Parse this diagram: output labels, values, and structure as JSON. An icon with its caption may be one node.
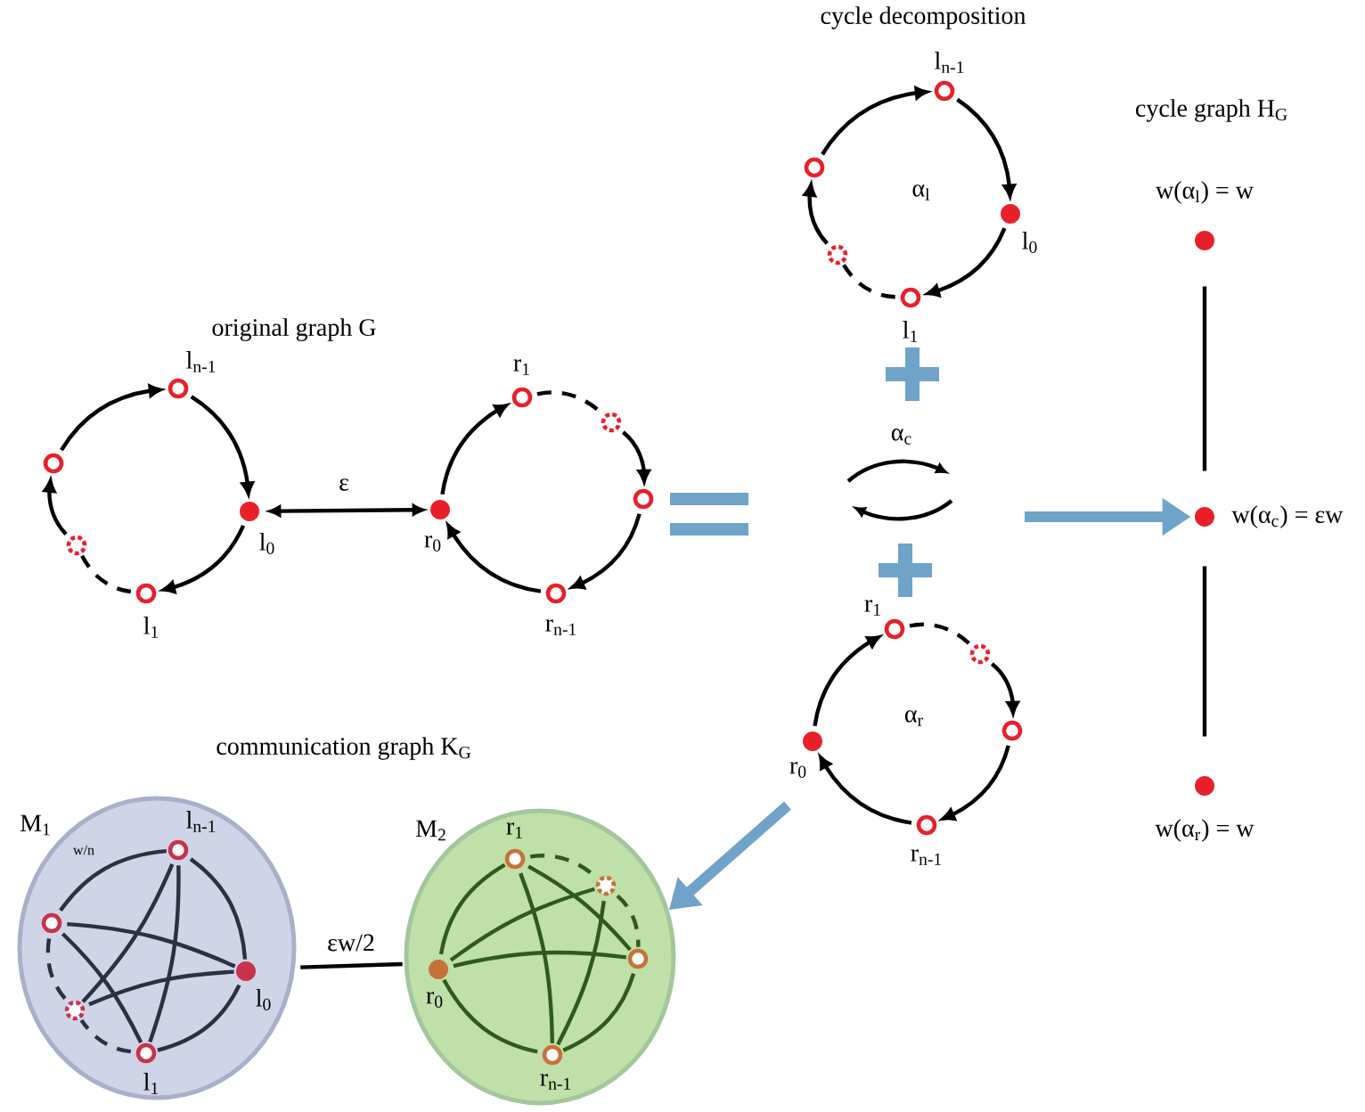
{
  "diagram": {
    "nodes": [
      {
        "text": [
          "l$_{n-1}$"
        ]
      },
      {
        "text": [],
        "shape": "circle"
      },
      {
        "text": [],
        "shape": "circle"
      },
      {
        "text": [
          "l$_{1}$"
        ]
      },
      {
        "text": [
          "l$_{0}$"
        ]
      },
      {
        "text": [
          "r$_{1}$"
        ]
      },
      {
        "text": [],
        "shape": "circle"
      },
      {
        "text": [],
        "shape": "circle"
      },
      {
        "text": [
          "r$_{n-1}$"
        ]
      },
      {
        "text": [
          "r$_{0}$"
        ]
      },
      {
        "text": [
          "l$_{n-1}$"
        ]
      },
      {
        "text": [],
        "shape": "circle"
      },
      {
        "text": [],
        "shape": "circle"
      },
      {
        "text": [
          "l$_{1}$"
        ]
      },
      {
        "text": [
          "l$_{0}$"
        ]
      },
      {
        "text": [
          "r$_{1}$"
        ]
      },
      {
        "text": [],
        "shape": "circle"
      },
      {
        "text": [],
        "shape": "circle"
      },
      {
        "text": [
          "r$_{n-1}$"
        ]
      },
      {
        "text": [
          "r$_{0}$"
        ]
      },
      {
        "text": [
          "w(α$_{l}$) = w"
        ]
      },
      {
        "text": [
          "w(α$_{c}$) = εw"
        ]
      },
      {
        "text": [
          "w(α$_{r}$) = w"
        ]
      },
      {
        "text": [
          "M$_{1}$"
        ]
      },
      {
        "text": [
          "l$_{n-1}$"
        ],
        "in": 23
      },
      {
        "text": [],
        "shape": "circle",
        "in": 23
      },
      {
        "text": [],
        "shape": "circle",
        "in": 23
      },
      {
        "text": [
          "l$_{1}$"
        ],
        "in": 23
      },
      {
        "text": [
          "l$_{0}$"
        ],
        "in": 23
      },
      {
        "text": [
          "M$_{2}$"
        ]
      },
      {
        "text": [
          "r$_{1}$"
        ],
        "in": 29
      },
      {
        "text": [],
        "shape": "circle",
        "in": 29
      },
      {
        "text": [],
        "shape": "circle",
        "in": 29
      },
      {
        "text": [
          "r$_{n-1}$"
        ],
        "in": 29
      },
      {
        "text": [
          "r$_{0}$"
        ],
        "in": 29
      }
    ],
    "edges": [
      {
        "from": 4,
        "to": 3,
        "arrow": "to"
      },
      {
        "from": 3,
        "to": 2,
        "arrow": "none",
        "style": "dashed"
      },
      {
        "from": 2,
        "to": 1,
        "arrow": "to"
      },
      {
        "from": 1,
        "to": 0,
        "arrow": "to"
      },
      {
        "from": 0,
        "to": 4,
        "arrow": "to"
      },
      {
        "from": 9,
        "to": 5,
        "arrow": "to"
      },
      {
        "from": 5,
        "to": 6,
        "arrow": "none",
        "style": "dashed"
      },
      {
        "from": 6,
        "to": 7,
        "arrow": "to"
      },
      {
        "from": 7,
        "to": 8,
        "arrow": "to"
      },
      {
        "from": 8,
        "to": 9,
        "arrow": "to"
      },
      {
        "from": 4,
        "to": 9,
        "arrow": "both",
        "label": "ε"
      },
      {
        "from": 14,
        "to": 13,
        "arrow": "to"
      },
      {
        "from": 13,
        "to": 12,
        "arrow": "none",
        "style": "dashed"
      },
      {
        "from": 12,
        "to": 11,
        "arrow": "to"
      },
      {
        "from": 11,
        "to": 10,
        "arrow": "to"
      },
      {
        "from": 10,
        "to": 14,
        "arrow": "to"
      },
      {
        "from": 19,
        "to": 15,
        "arrow": "to"
      },
      {
        "from": 15,
        "to": 16,
        "arrow": "none",
        "style": "dashed"
      },
      {
        "from": 16,
        "to": 17,
        "arrow": "to"
      },
      {
        "from": 17,
        "to": 18,
        "arrow": "to"
      },
      {
        "from": 18,
        "to": 19,
        "arrow": "to"
      },
      {
        "from": 20,
        "to": 21,
        "arrow": "none"
      },
      {
        "from": 21,
        "to": 22,
        "arrow": "none"
      },
      {
        "from": 25,
        "to": 24,
        "arrow": "none",
        "color": "#2b3042",
        "label": "w/n"
      },
      {
        "from": 24,
        "to": 28,
        "arrow": "none",
        "color": "#2b3042"
      },
      {
        "from": 28,
        "to": 27,
        "arrow": "none",
        "color": "#2b3042"
      },
      {
        "from": 27,
        "to": 26,
        "arrow": "none",
        "style": "dashed",
        "color": "#2b3042"
      },
      {
        "from": 26,
        "to": 25,
        "arrow": "none",
        "style": "dashed",
        "color": "#2b3042"
      },
      {
        "from": 24,
        "to": 26,
        "arrow": "none",
        "color": "#2b3042"
      },
      {
        "from": 24,
        "to": 27,
        "arrow": "none",
        "color": "#2b3042"
      },
      {
        "from": 25,
        "to": 28,
        "arrow": "none",
        "color": "#2b3042"
      },
      {
        "from": 25,
        "to": 27,
        "arrow": "none",
        "color": "#2b3042"
      },
      {
        "from": 26,
        "to": 28,
        "arrow": "none",
        "color": "#2b3042"
      },
      {
        "from": 23,
        "to": 29,
        "arrow": "none",
        "label": "εw/2"
      },
      {
        "from": 34,
        "to": 30,
        "arrow": "none",
        "color": "#2f5a1f"
      },
      {
        "from": 30,
        "to": 31,
        "arrow": "none",
        "style": "dashed",
        "color": "#2f5a1f"
      },
      {
        "from": 31,
        "to": 32,
        "arrow": "none",
        "style": "dashed",
        "color": "#2f5a1f"
      },
      {
        "from": 32,
        "to": 33,
        "arrow": "none",
        "color": "#2f5a1f"
      },
      {
        "from": 33,
        "to": 34,
        "arrow": "none",
        "color": "#2f5a1f"
      },
      {
        "from": 34,
        "to": 31,
        "arrow": "none",
        "color": "#2f5a1f"
      },
      {
        "from": 34,
        "to": 32,
        "arrow": "none",
        "color": "#2f5a1f"
      },
      {
        "from": 30,
        "to": 32,
        "arrow": "none",
        "color": "#2f5a1f"
      },
      {
        "from": 30,
        "to": 33,
        "arrow": "none",
        "color": "#2f5a1f"
      },
      {
        "from": 31,
        "to": 33,
        "arrow": "none",
        "color": "#2f5a1f"
      },
      {
        "from": null,
        "to": 21,
        "arrow": "to",
        "style": "thick",
        "color": "#6fa3c8"
      },
      {
        "from": null,
        "to": 29,
        "arrow": "to",
        "style": "thick",
        "color": "#6fa3c8"
      }
    ],
    "labels": [
      "cycle decomposition",
      "cycle graph H$_{G}$",
      "α$_{l}$",
      "original graph G",
      "α$_{c}$",
      "α$_{r}$",
      "communication graph K$_{G}$"
    ]
  }
}
